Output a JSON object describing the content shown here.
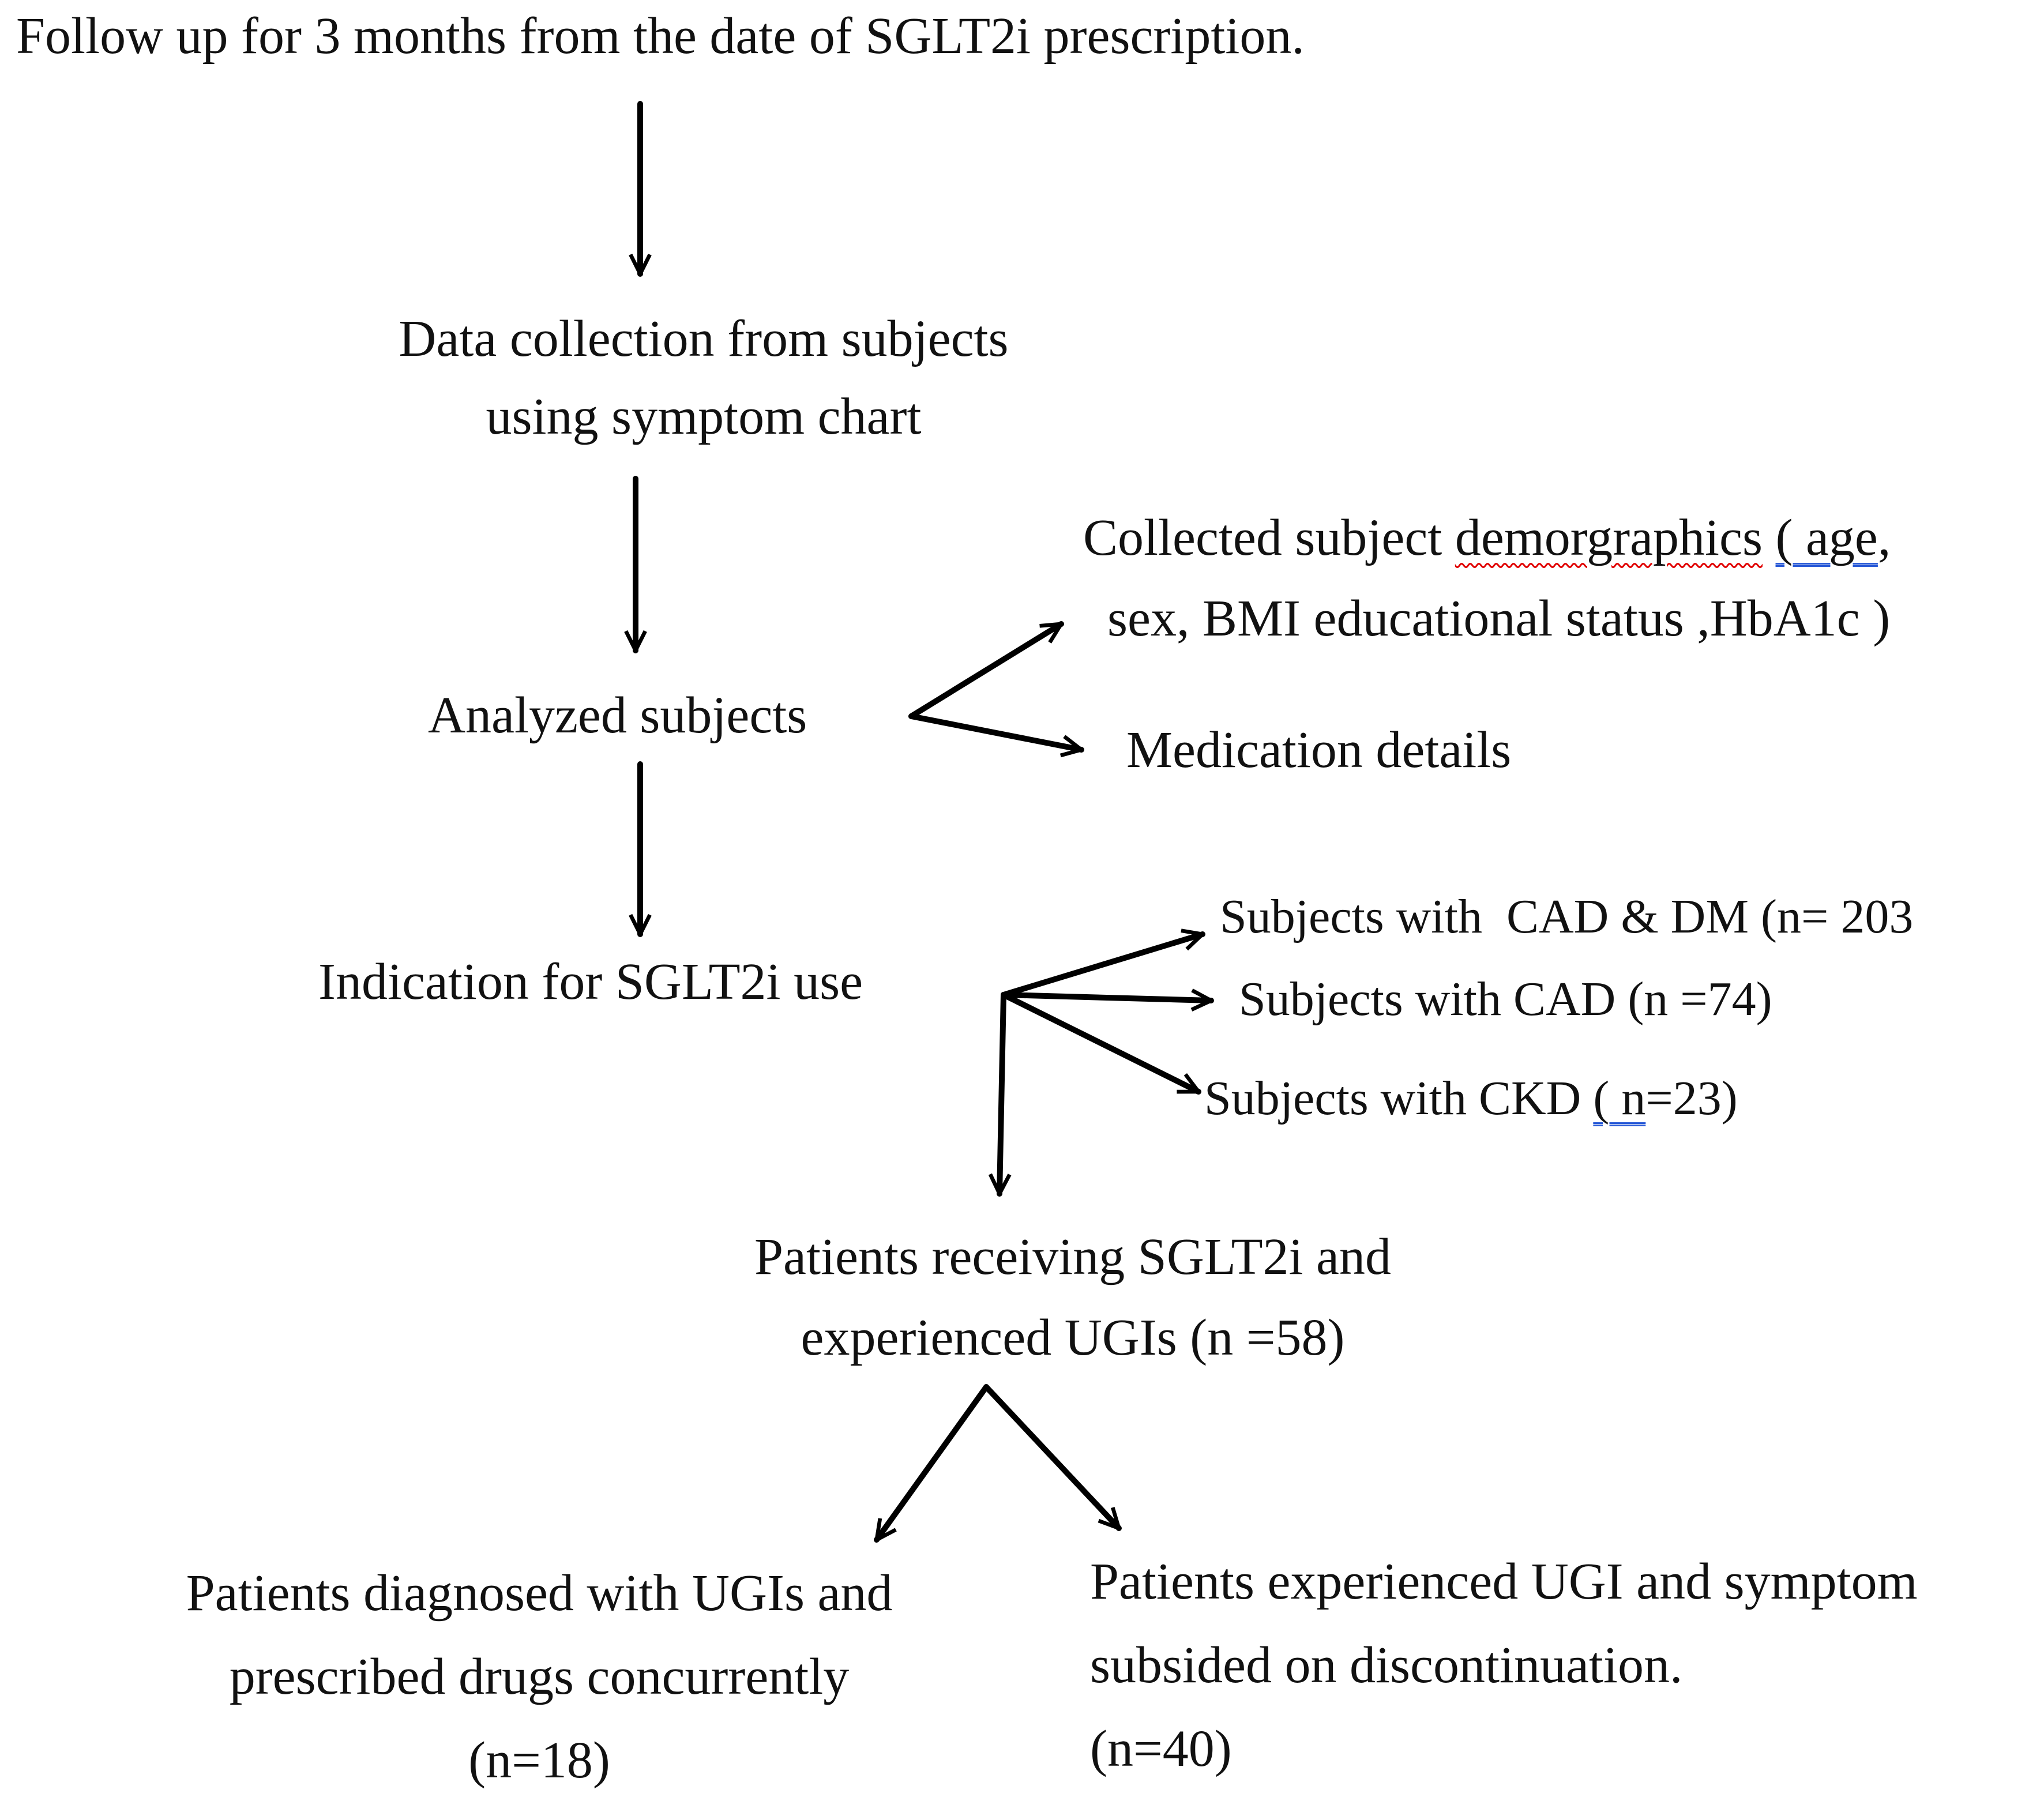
{
  "diagram": {
    "nodes": {
      "followup": "Follow up for 3 months from the date of SGLT2i prescription.",
      "data_collection": {
        "line1": "Data collection from subjects",
        "line2": "using symptom chart"
      },
      "demographics": {
        "line1_a": "Collected subject ",
        "line1_b": "demorgraphics",
        "line1_c": " ",
        "line1_d": "( age",
        "line1_e": ",",
        "line2": "sex, BMI educational status ,HbA1c )"
      },
      "analyzed": "Analyzed subjects",
      "medication": "Medication details",
      "indication": "Indication for SGLT2i use",
      "cad_dm": "Subjects with  CAD & DM (n= 203",
      "cad": "Subjects with CAD (n =74)",
      "ckd": {
        "a": "Subjects with CKD ",
        "b": "( n",
        "c": "=23)"
      },
      "receiving": {
        "line1": "Patients receiving SGLT2i and",
        "line2": "experienced UGIs (n =58)"
      },
      "diagnosed": {
        "line1": "Patients diagnosed with UGIs and",
        "line2": "prescribed drugs concurrently",
        "line3": "(n=18)"
      },
      "discontinued": {
        "line1": "Patients experienced UGI and symptom",
        "line2": "subsided on discontinuation.",
        "line3": "(n=40)"
      }
    },
    "colors": {
      "text": "#111111",
      "arrow": "#000000",
      "spellcheck_red": "#e00000",
      "spellcheck_blue": "#2a5bd7"
    }
  }
}
